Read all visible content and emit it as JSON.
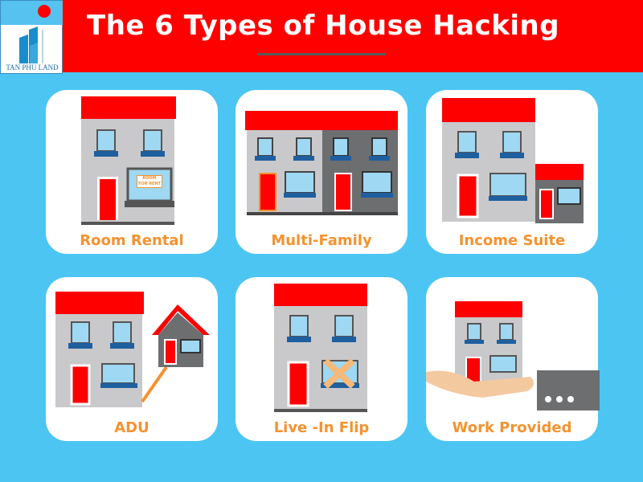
{
  "header": {
    "title": "The 6 Types of House Hacking"
  },
  "logo": {
    "name": "TAN PHU LAND"
  },
  "colors": {
    "background": "#4cc5f2",
    "header": "#ff0000",
    "roof": "#ff0000",
    "wall": "#c9c9cb",
    "dark_wall": "#6d6e70",
    "window": "#9ed8f2",
    "window_frame": "#1e5fa0",
    "label": "#f5922f"
  },
  "cards": [
    {
      "label": "Room Rental",
      "sign": "ROOM FOR RENT"
    },
    {
      "label": "Multi-Family"
    },
    {
      "label": "Income Suite"
    },
    {
      "label": "ADU"
    },
    {
      "label": "Live -In Flip"
    },
    {
      "label": "Work Provided"
    }
  ]
}
